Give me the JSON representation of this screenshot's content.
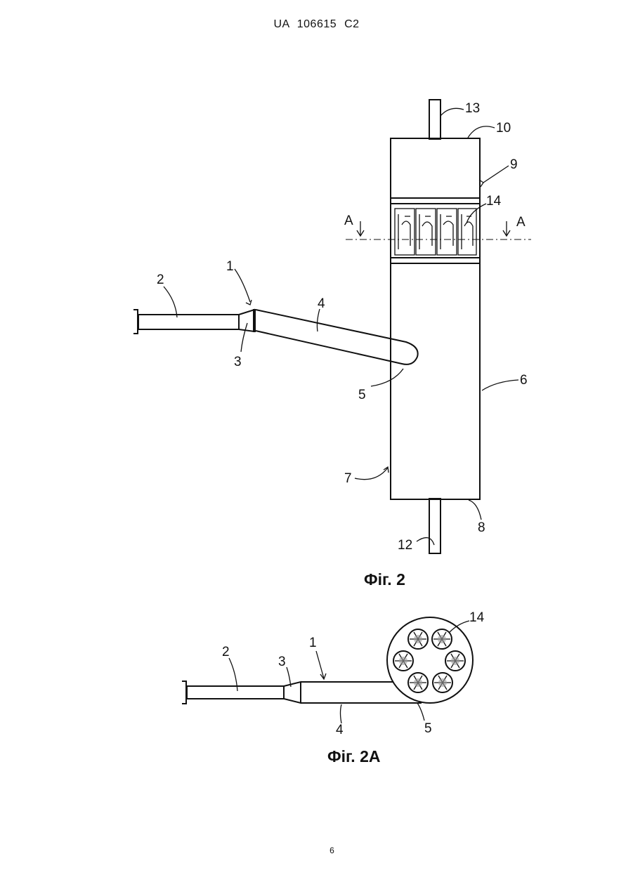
{
  "header": {
    "doc_id": "UA   106615   C2"
  },
  "footer": {
    "page_number": "6"
  },
  "figure_2": {
    "caption": "Фіг. 2",
    "labels": {
      "l1": "1",
      "l2": "2",
      "l3": "3",
      "l4": "4",
      "l5": "5",
      "l6": "6",
      "l7": "7",
      "l8": "8",
      "l9": "9",
      "l10": "10",
      "l12": "12",
      "l13": "13",
      "l14": "14",
      "sectionA_left": "A",
      "sectionA_right": "A"
    }
  },
  "figure_2a": {
    "caption": "Фіг. 2А",
    "labels": {
      "l1": "1",
      "l2": "2",
      "l3": "3",
      "l4": "4",
      "l5": "5",
      "l14": "14"
    }
  }
}
